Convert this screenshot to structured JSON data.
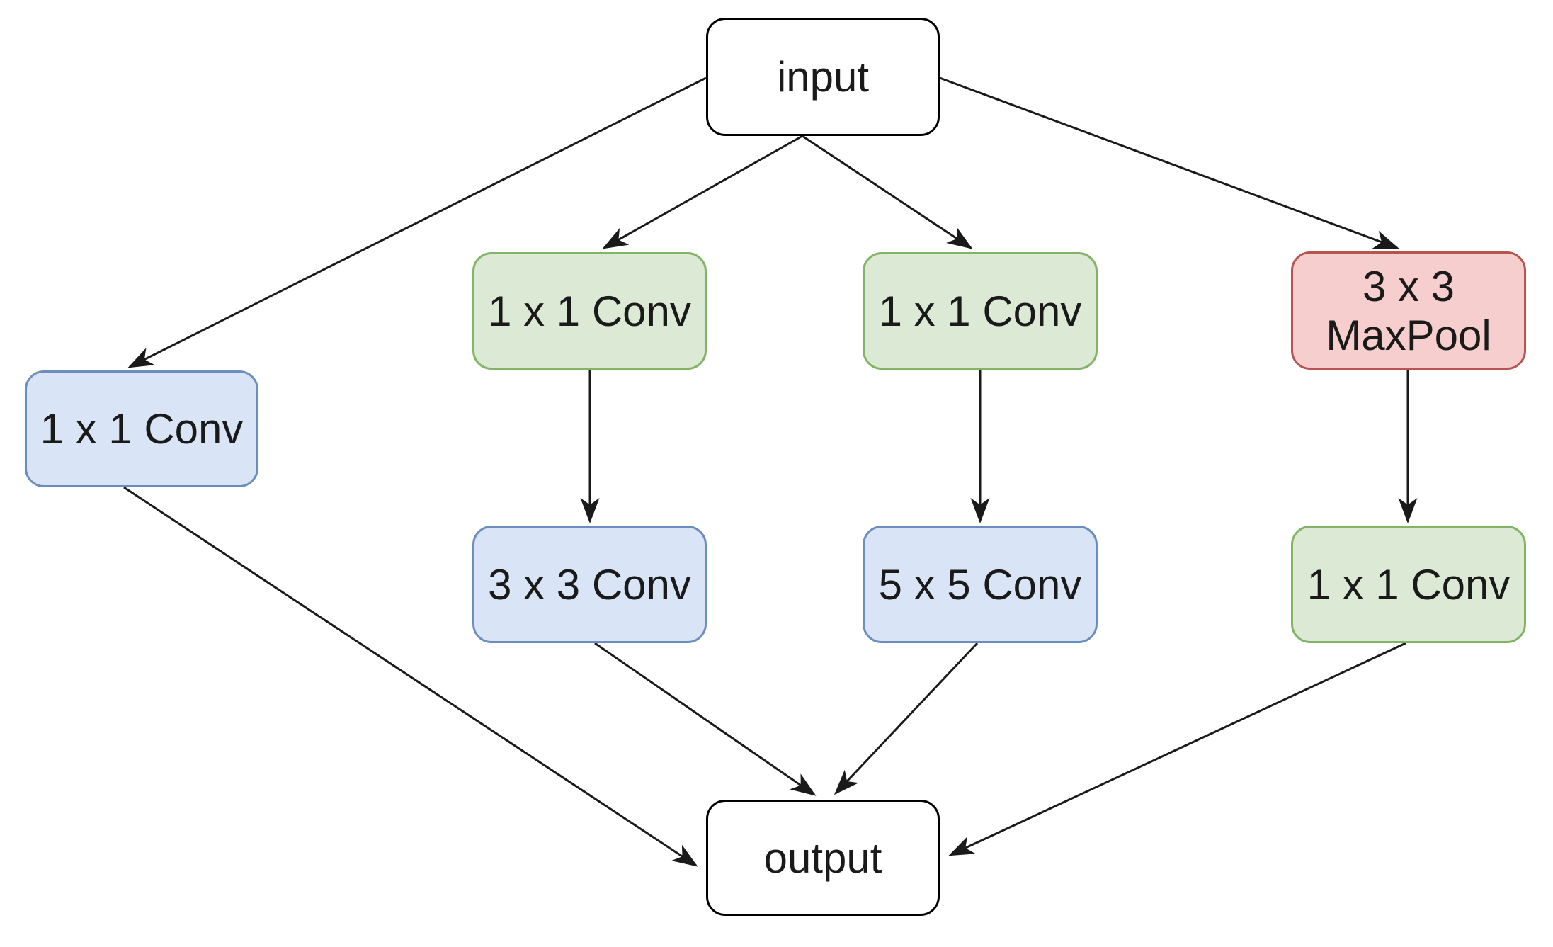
{
  "diagram": {
    "type": "neural-network-inception-module",
    "colors": {
      "io_fill": "#ffffff",
      "io_border": "#000000",
      "green_fill": "#dcead5",
      "green_border": "#82b366",
      "blue_fill": "#d9e5f6",
      "blue_border": "#6c8ebf",
      "red_fill": "#f6cecd",
      "red_border": "#b85450",
      "arrow": "#1a1a1a",
      "text": "#1a1a1a"
    },
    "nodes": [
      {
        "id": "input",
        "label": "input",
        "color": "io"
      },
      {
        "id": "branch1-conv",
        "label": "1 x 1 Conv",
        "color": "blue"
      },
      {
        "id": "branch2-reduce",
        "label": "1 x 1 Conv",
        "color": "green"
      },
      {
        "id": "branch3-reduce",
        "label": "1 x 1 Conv",
        "color": "green"
      },
      {
        "id": "branch4-pool",
        "label_line1": "3 x 3",
        "label_line2": "MaxPool",
        "color": "red"
      },
      {
        "id": "branch2-conv",
        "label": "3 x 3 Conv",
        "color": "blue"
      },
      {
        "id": "branch3-conv",
        "label": "5 x 5 Conv",
        "color": "blue"
      },
      {
        "id": "branch4-conv",
        "label": "1 x 1 Conv",
        "color": "green"
      },
      {
        "id": "output",
        "label": "output",
        "color": "io"
      }
    ],
    "edges": [
      {
        "from": "input",
        "to": "branch1-conv"
      },
      {
        "from": "input",
        "to": "branch2-reduce"
      },
      {
        "from": "input",
        "to": "branch3-reduce"
      },
      {
        "from": "input",
        "to": "branch4-pool"
      },
      {
        "from": "branch2-reduce",
        "to": "branch2-conv"
      },
      {
        "from": "branch3-reduce",
        "to": "branch3-conv"
      },
      {
        "from": "branch4-pool",
        "to": "branch4-conv"
      },
      {
        "from": "branch1-conv",
        "to": "output"
      },
      {
        "from": "branch2-conv",
        "to": "output"
      },
      {
        "from": "branch3-conv",
        "to": "output"
      },
      {
        "from": "branch4-conv",
        "to": "output"
      }
    ]
  }
}
